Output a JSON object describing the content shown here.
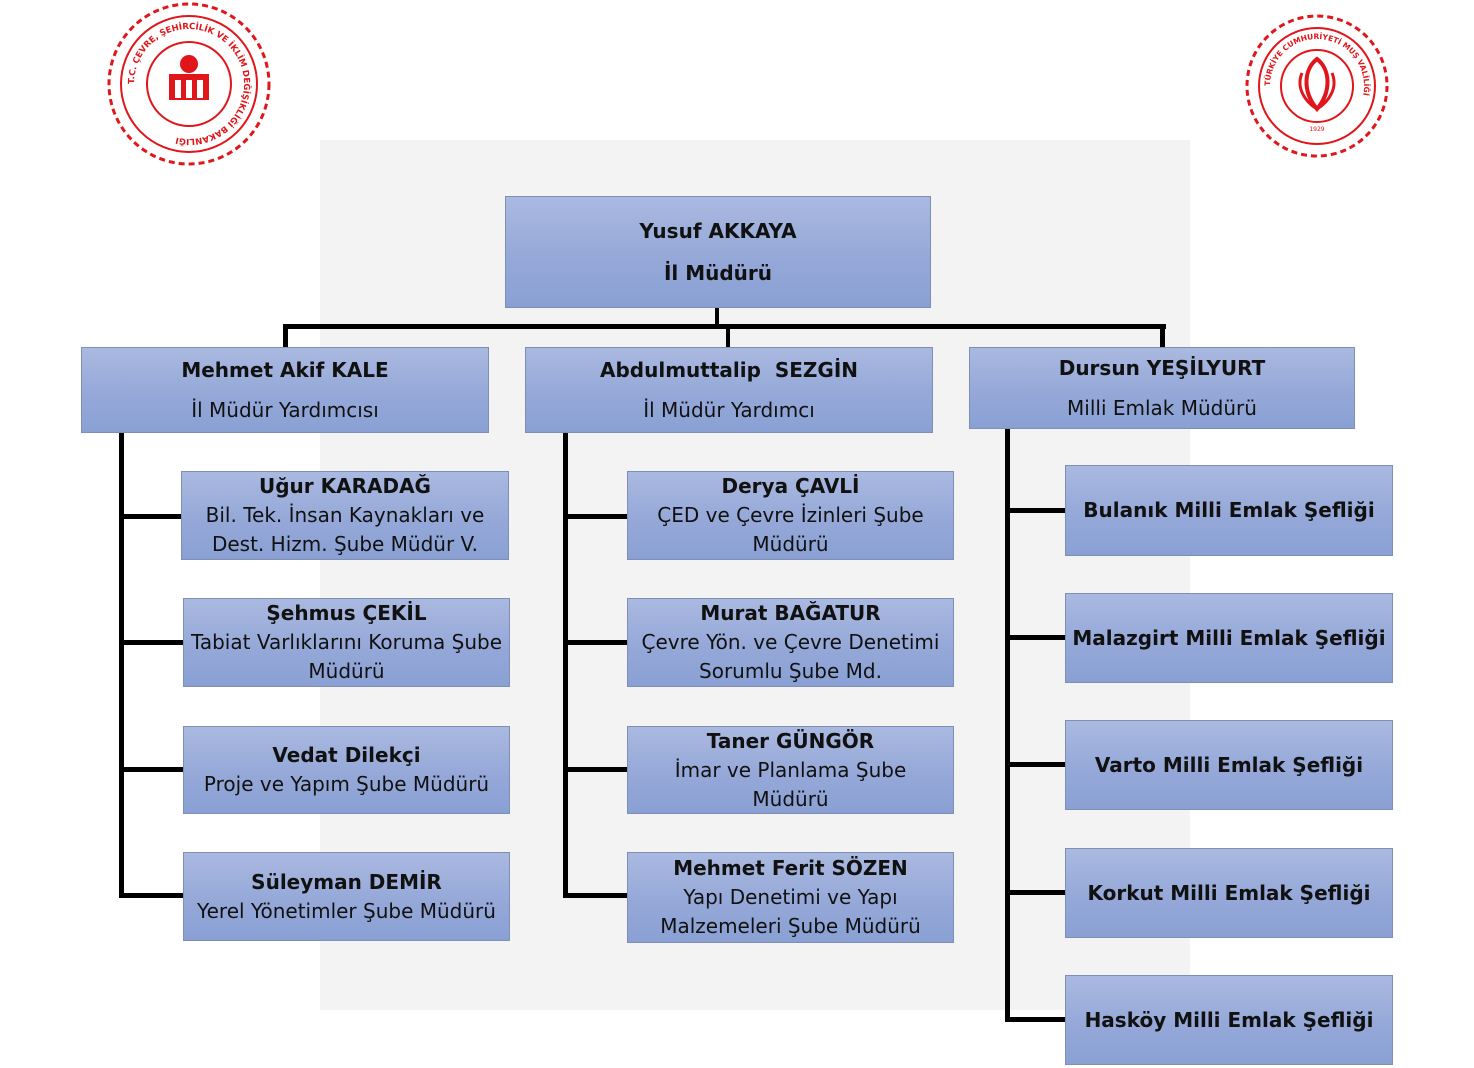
{
  "colors": {
    "box_top": "#aab9e0",
    "box_bottom": "#8aa0d4",
    "logo_red": "#e0161b",
    "connector": "#000000"
  },
  "logos": {
    "left": {
      "name": "ministry-logo",
      "text": "T.C. ÇEVRE, ŞEHİRCİLİK VE İKLİM DEĞİŞİKLİĞİ BAKANLIĞI"
    },
    "right": {
      "name": "governorship-logo",
      "text": "TÜRKİYE CUMHURİYETİ MUŞ VALİLİĞİ",
      "year": "1929"
    }
  },
  "root": {
    "name": "Yusuf AKKAYA",
    "title": "İl Müdürü"
  },
  "branches": [
    {
      "name": "Mehmet Akif KALE",
      "title": "İl Müdür Yardımcısı",
      "children": [
        {
          "name": "Uğur KARADAĞ",
          "title": "Bil. Tek. İnsan Kaynakları ve Dest. Hizm. Şube Müdür V."
        },
        {
          "name": "Şehmus ÇEKİL",
          "title": "Tabiat Varlıklarını Koruma Şube Müdürü"
        },
        {
          "name": "Vedat Dilekçi",
          "title": "Proje ve Yapım Şube Müdürü"
        },
        {
          "name": "Süleyman DEMİR",
          "title": "Yerel Yönetimler Şube Müdürü"
        }
      ]
    },
    {
      "name": "Abdulmuttalip  SEZGİN",
      "title": "İl Müdür Yardımcı",
      "children": [
        {
          "name": "Derya ÇAVLİ",
          "title": "ÇED ve Çevre İzinleri Şube Müdürü"
        },
        {
          "name": "Murat BAĞATUR",
          "title": "Çevre Yön. ve Çevre Denetimi Sorumlu Şube Md."
        },
        {
          "name": "Taner GÜNGÖR",
          "title": "İmar ve Planlama Şube Müdürü"
        },
        {
          "name": "Mehmet Ferit SÖZEN",
          "title": "Yapı Denetimi ve Yapı Malzemeleri Şube Müdürü"
        }
      ]
    },
    {
      "name": "Dursun YEŞİLYURT",
      "title": "Milli Emlak Müdürü",
      "children": [
        {
          "title": "Bulanık Milli Emlak Şefliği"
        },
        {
          "title": "Malazgirt Milli Emlak Şefliği"
        },
        {
          "title": "Varto Milli Emlak Şefliği"
        },
        {
          "title": "Korkut Milli Emlak Şefliği"
        },
        {
          "title": "Hasköy Milli Emlak Şefliği"
        }
      ]
    }
  ]
}
